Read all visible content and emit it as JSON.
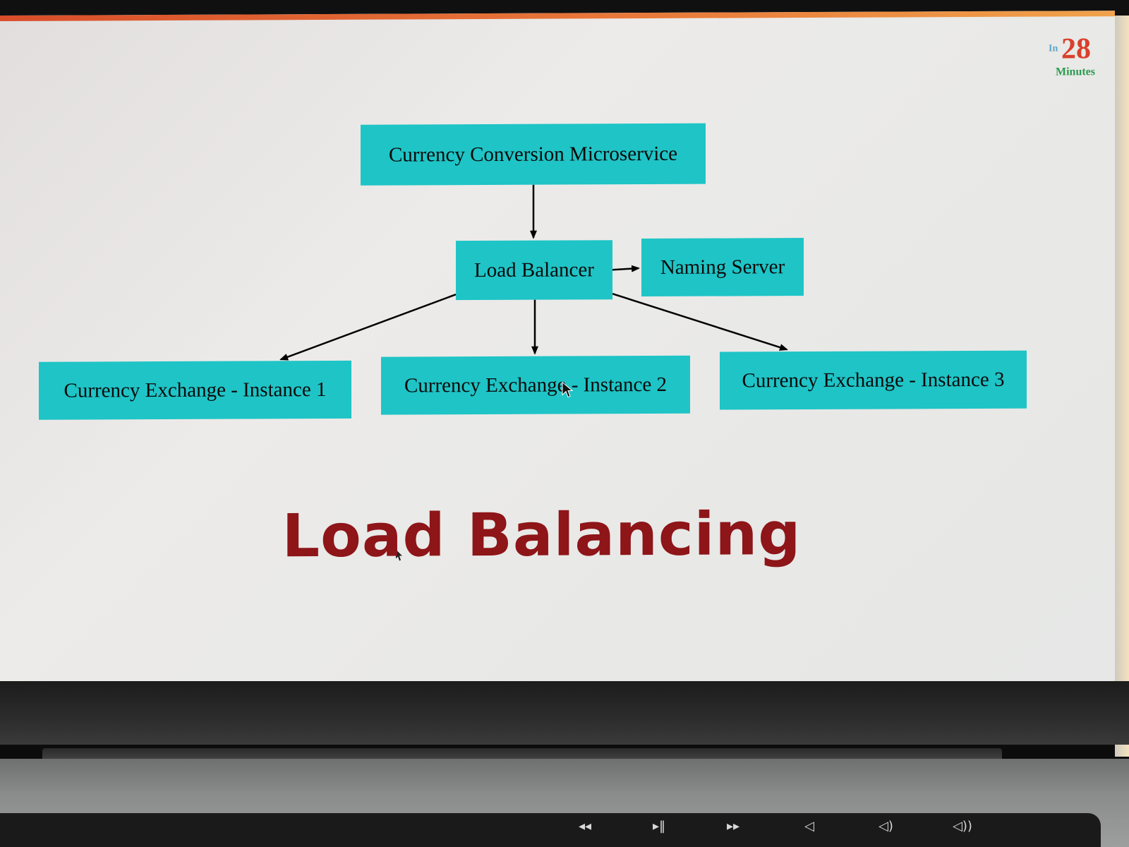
{
  "slide": {
    "title": "Load Balancing",
    "brand": {
      "prefix": "In",
      "number": "28",
      "suffix": "Minutes"
    }
  },
  "diagram": {
    "nodes": {
      "currency_conversion": "Currency Conversion Microservice",
      "load_balancer": "Load Balancer",
      "naming_server": "Naming Server",
      "exchange_1": "Currency Exchange - Instance 1",
      "exchange_2": "Currency Exchange - Instance 2",
      "exchange_3": "Currency Exchange - Instance 3"
    },
    "node_color": "#1fc4c6",
    "edge_color": "#000000"
  },
  "colors": {
    "title": "#8e1518",
    "accent_line": "#d84e2a"
  },
  "keyboard": {
    "icons": [
      "brightness-down-icon",
      "brightness-up-icon",
      "rewind-icon",
      "play-pause-icon",
      "fast-forward-icon",
      "mute-icon",
      "volume-down-icon",
      "volume-up-icon"
    ]
  }
}
